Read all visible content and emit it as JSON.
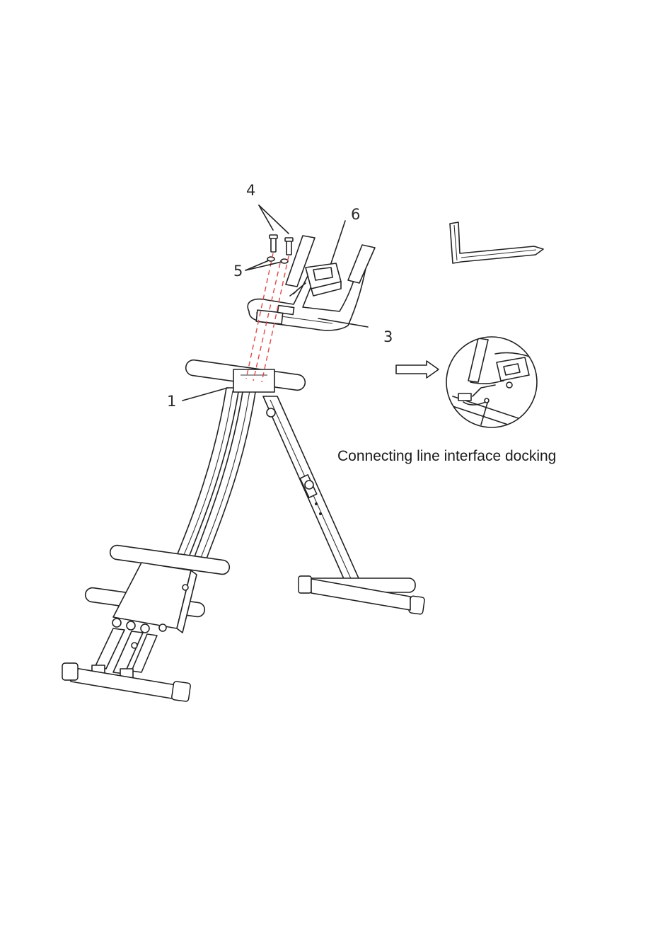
{
  "diagram": {
    "part_labels": {
      "frame": "1",
      "handlebar": "3",
      "screw": "4",
      "washer": "5",
      "computer": "6"
    },
    "caption": "Connecting line interface docking"
  }
}
